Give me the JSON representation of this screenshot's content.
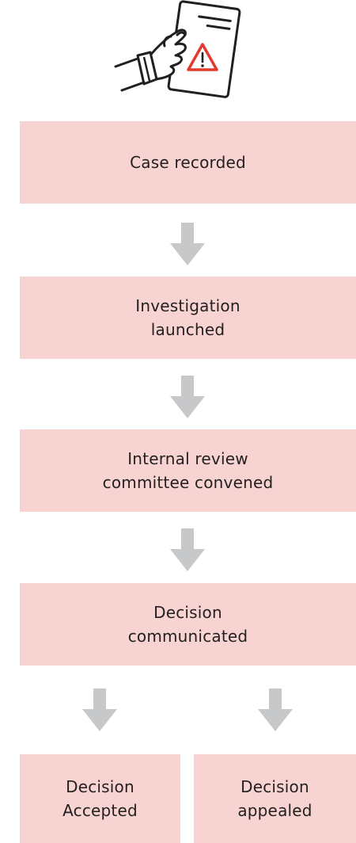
{
  "colors": {
    "box_fill": "#f7d3d2",
    "arrow_fill": "#c7c8ca",
    "text": "#231f20",
    "warning_red": "#e33a2e"
  },
  "icon": "hand-holding-warning-document-icon",
  "steps": [
    {
      "lines": [
        "Case recorded"
      ]
    },
    {
      "lines": [
        "Investigation",
        "launched"
      ]
    },
    {
      "lines": [
        "Internal review",
        "committee convened"
      ]
    },
    {
      "lines": [
        "Decision",
        "communicated"
      ]
    }
  ],
  "outcomes": [
    {
      "lines": [
        "Decision",
        "Accepted"
      ]
    },
    {
      "lines": [
        "Decision",
        "appealed"
      ]
    }
  ]
}
